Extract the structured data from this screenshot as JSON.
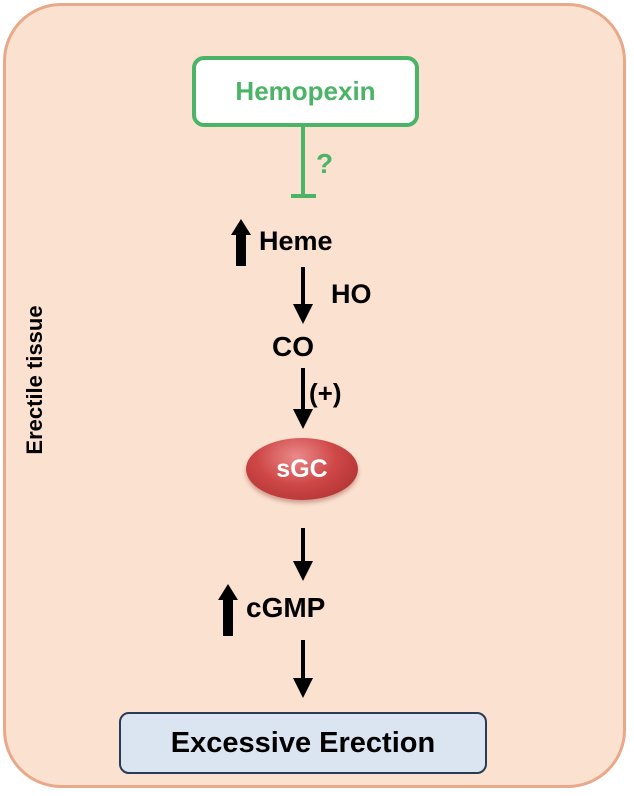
{
  "side_label": "Erectile tissue",
  "nodes": {
    "hemopexin": "Hemopexin",
    "question": "?",
    "heme": "Heme",
    "ho": "HO",
    "co": "CO",
    "plus": "(+)",
    "sgc": "sGC",
    "cgmp": "cGMP",
    "excessive_erection": "Excessive Erection"
  },
  "colors": {
    "panel_fill": "#fbe1cf",
    "panel_border": "#e8a889",
    "inhibit_green": "#4bb467",
    "sgc_red": "#cf4848",
    "outcome_fill": "#dbe4f1"
  },
  "icons": [
    "up-arrow-icon",
    "down-arrow-icon",
    "inhibition-bar-icon"
  ]
}
